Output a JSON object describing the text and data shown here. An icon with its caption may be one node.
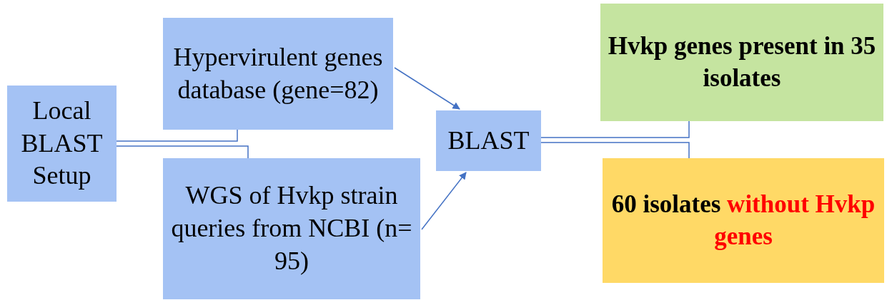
{
  "diagram": {
    "nodes": [
      {
        "text": [
          "Local BLAST Setup"
        ]
      },
      {
        "text": [
          "Hypervirulent genes database (gene=82)"
        ]
      },
      {
        "text": [
          "WGS of Hvkp strain queries from NCBI (n= 95)"
        ]
      },
      {
        "text": [
          "BLAST"
        ]
      },
      {
        "text": [
          "Hvkp genes present in 35 isolates"
        ]
      },
      {
        "text": [
          "60 isolates",
          "without Hvkp genes"
        ]
      }
    ],
    "edges": [
      {
        "from": 0,
        "to": 1,
        "arrow": "none"
      },
      {
        "from": 0,
        "to": 2,
        "arrow": "none"
      },
      {
        "from": 1,
        "to": 3,
        "arrow": "to"
      },
      {
        "from": 2,
        "to": 3,
        "arrow": "to"
      },
      {
        "from": 3,
        "to": 4,
        "arrow": "none"
      },
      {
        "from": 3,
        "to": 5,
        "arrow": "none"
      }
    ]
  }
}
